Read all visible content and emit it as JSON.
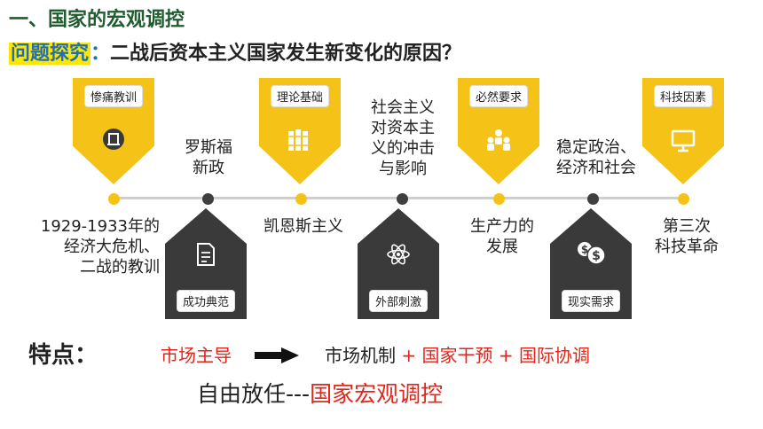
{
  "title": "一、国家的宏观调控",
  "question": {
    "highlight": "问题探究",
    "colon": "：",
    "text": "二战后资本主义国家发生新变化的原因？"
  },
  "top_tags": [
    "惨痛教训",
    "理论基础",
    "必然要求",
    "科技因素"
  ],
  "bottom_tags": [
    "成功典范",
    "外部刺激",
    "现实需求"
  ],
  "top_labels": {
    "a": "罗斯福\n新政",
    "b": "社会主义\n对资本主\n义的冲击\n与影响",
    "c": "稳定政治、\n经济和社会"
  },
  "bottom_labels": {
    "a": "1929-1933年的\n经济大危机、\n二战的教训",
    "b": "凯恩斯主义",
    "c": "生产力的\n发展",
    "d": "第三次\n科技革命"
  },
  "features": {
    "label": "特点：",
    "from": "市场主导",
    "to_1": "市场机制",
    "plus_1": "+",
    "to_2": "国家干预",
    "plus_2": "+",
    "to_3": "国际协调",
    "line2_a": "自由放任---",
    "line2_b": "国家宏观调控"
  },
  "colors": {
    "yellow": "#f5c318",
    "dark": "#3a3a3a",
    "red": "#e0251b",
    "blue": "#1e6fb3",
    "green": "#1f5c2e"
  }
}
